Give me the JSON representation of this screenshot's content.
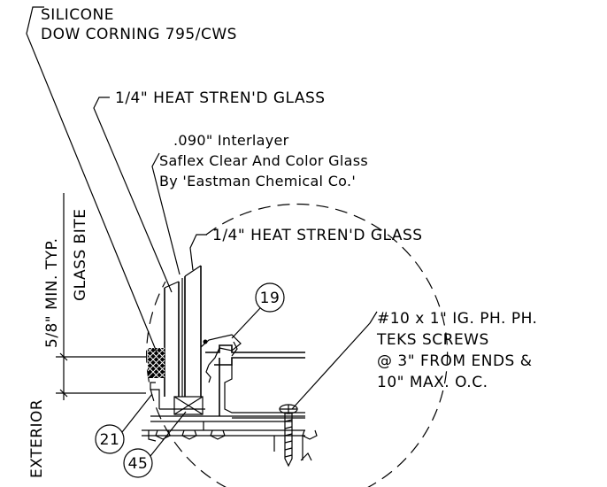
{
  "callouts": {
    "silicone_line1": "SILICONE",
    "silicone_line2": "DOW CORNING 795/CWS",
    "outer_glass": "1/4\" HEAT STREN'D GLASS",
    "interlayer_line1": ".090\" Interlayer",
    "interlayer_line2": "Saflex Clear And Color Glass",
    "interlayer_line3": "By 'Eastman Chemical Co.'",
    "inner_glass": "1/4\" HEAT STREN'D GLASS",
    "screws_line1": "#10 x 1\" IG. PH. PH.",
    "screws_line2": "TEKS SCREWS",
    "screws_line3": "@ 3\" FROM ENDS &",
    "screws_line4": "10\" MAX. O.C."
  },
  "dimension": {
    "value": "5/8\" MIN. TYP.",
    "label": "GLASS BITE"
  },
  "side_label": "EXTERIOR",
  "tags": {
    "tag_19": "19",
    "tag_21": "21",
    "tag_45": "45"
  }
}
